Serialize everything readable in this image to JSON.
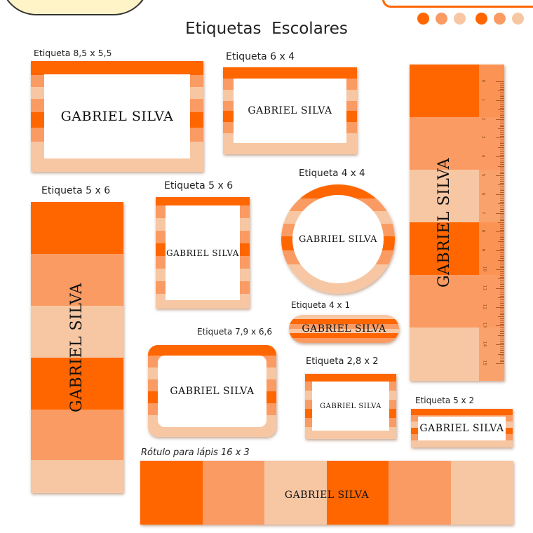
{
  "title": "Etiquetas  Escolares",
  "brand_badge": "",
  "color_dots": [
    "#ff6600",
    "#fa9b63",
    "#f7c7a4",
    "#ff6600",
    "#fa9b63",
    "#f7c7a4"
  ],
  "colors": {
    "orange": "#ff6600",
    "mid": "#fa9b63",
    "light": "#f7c7a4"
  },
  "name_text": "GABRIEL SILVA",
  "labels": {
    "l85x55": "Etiqueta 8,5 x 5,5",
    "l6x4": "Etiqueta 6 x 4",
    "l5x6_tall": "Etiqueta 5 x 6",
    "l5x6": "Etiqueta 5 x 6",
    "l4x4": "Etiqueta 4 x 4",
    "l4x1": "Etiqueta 4 x 1",
    "l79x66": "Etiqueta 7,9 x 6,6",
    "l28x2": "Etiqueta 2,8 x 2",
    "l5x2": "Etiqueta 5 x 2",
    "pencil": "Rótulo para lápis 16 x 3"
  },
  "ruler_numbers": [
    "0",
    "1",
    "2",
    "3",
    "4",
    "5",
    "6",
    "7",
    "8",
    "9",
    "10",
    "11",
    "12",
    "13",
    "14",
    "15"
  ]
}
